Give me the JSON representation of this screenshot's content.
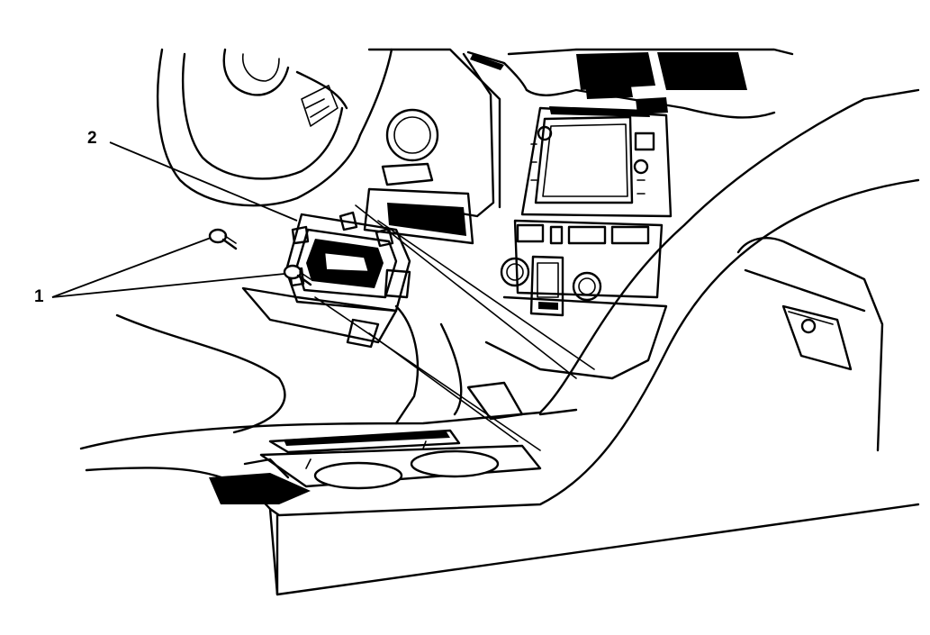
{
  "callouts": [
    {
      "id": "1",
      "label": "1",
      "refers_to": "fasteners"
    },
    {
      "id": "2",
      "label": "2",
      "refers_to": "control-module"
    }
  ],
  "colors": {
    "line": "#000000",
    "background": "#ffffff"
  }
}
